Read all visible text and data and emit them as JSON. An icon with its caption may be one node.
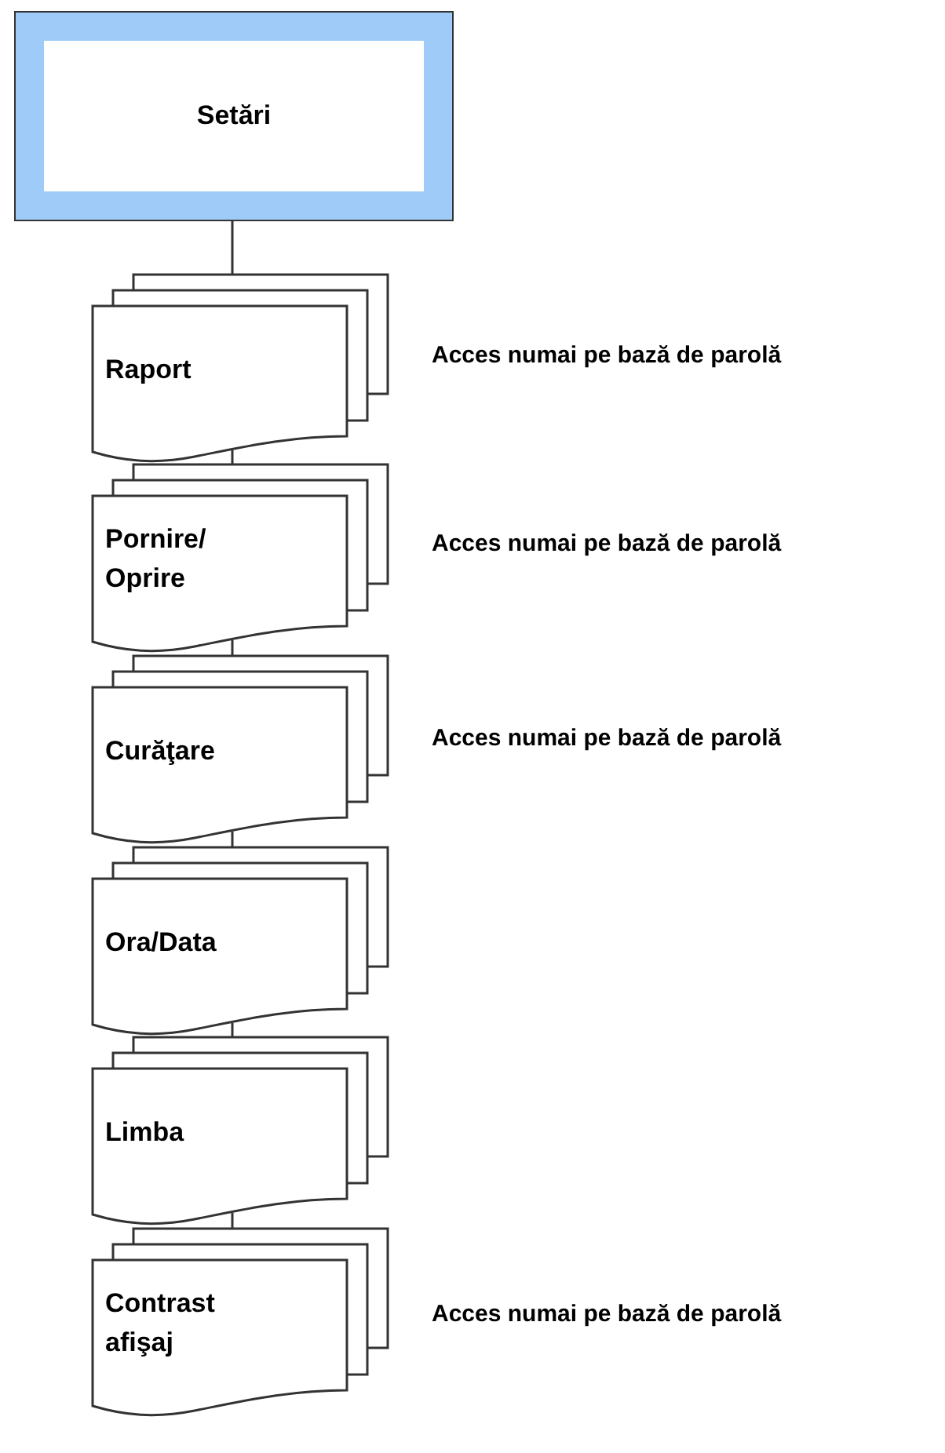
{
  "diagram": {
    "nodes": [
      {
        "text": [
          "Setări"
        ]
      },
      {
        "text": [
          "Raport"
        ],
        "beside": [
          "Acces numai pe bază de parolă"
        ]
      },
      {
        "text": [
          "Pornire/ Oprire"
        ],
        "beside": [
          "Acces numai pe bază de parolă"
        ]
      },
      {
        "text": [
          "Curăţare"
        ],
        "beside": [
          "Acces numai pe bază de parolă"
        ]
      },
      {
        "text": [
          "Ora/Data"
        ]
      },
      {
        "text": [
          "Limba"
        ]
      },
      {
        "text": [
          "Contrast afişaj"
        ],
        "beside": [
          "Acces numai pe bază de parolă"
        ]
      }
    ],
    "edges": [
      {
        "from": 0,
        "to": 1,
        "arrow": "none"
      },
      {
        "from": 1,
        "to": 2,
        "arrow": "none"
      },
      {
        "from": 2,
        "to": 3,
        "arrow": "none"
      },
      {
        "from": 3,
        "to": 4,
        "arrow": "none"
      },
      {
        "from": 4,
        "to": 5,
        "arrow": "none"
      },
      {
        "from": 5,
        "to": 6,
        "arrow": "none"
      }
    ]
  }
}
